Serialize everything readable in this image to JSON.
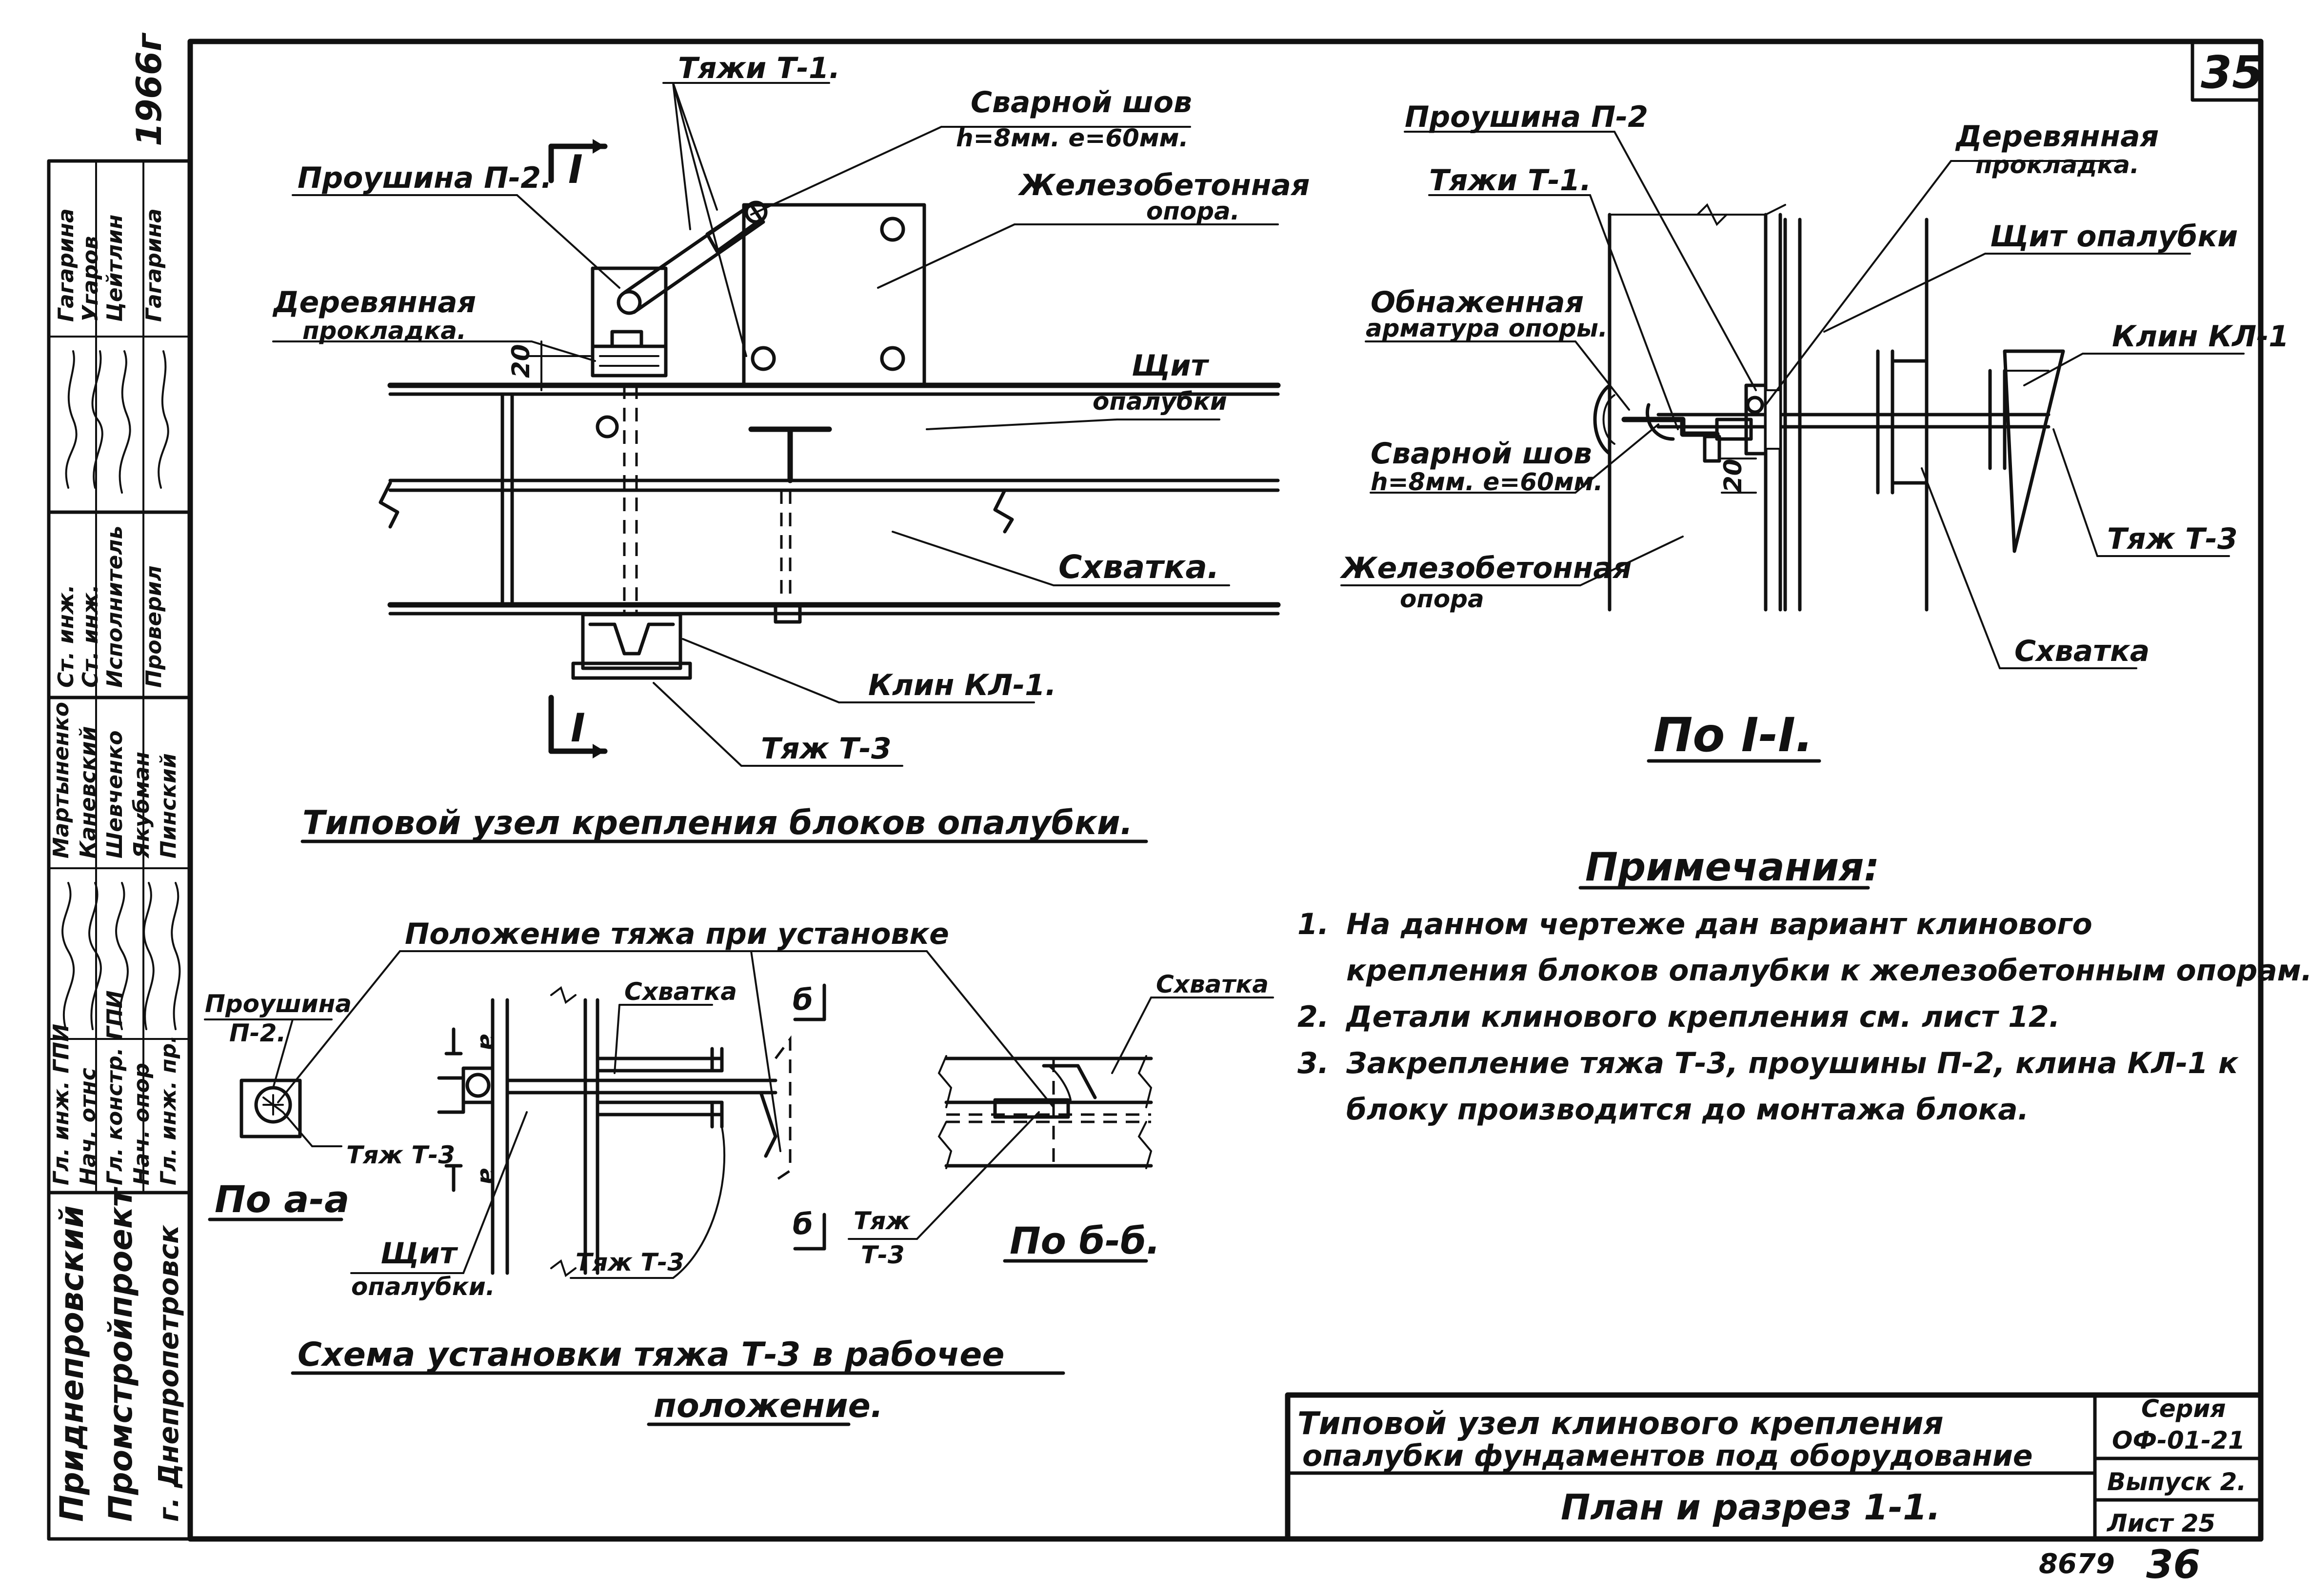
{
  "sheet_number": "35",
  "year_mark": "1966г",
  "side_stamp": {
    "rows": [
      {
        "role": "Ст. инж.",
        "name": "Гагарина"
      },
      {
        "role": "Ст. инж.",
        "name": "Угаров"
      },
      {
        "role": "Исполнитель",
        "name": "Цейтлин"
      },
      {
        "role": "Проверил",
        "name": "Гагарина"
      },
      {
        "role": "Гл. инж. ГПИ",
        "name": "Мартыненко"
      },
      {
        "role": "Нач. отнс",
        "name": "Каневский"
      },
      {
        "role": "Гл. констр. ГПИ",
        "name": "Шевченко"
      },
      {
        "role": "Нач. опор",
        "name": "Якубман"
      },
      {
        "role": "Гл. инж. пр.",
        "name": "Пинский"
      }
    ],
    "org": [
      "Приднепровский",
      "Промстройпроект",
      "г. Днепропетровск"
    ]
  },
  "plan_view": {
    "labels": {
      "tyazh_t1": "Тяжи Т-1.",
      "weld_line1": "Сварной шов",
      "weld_line2": "h=8мм. е=60мм.",
      "proushina": "Проушина П-2.",
      "rc_support_line1": "Железобетонная",
      "rc_support_line2": "опора.",
      "wood_pad_line1": "Деревянная",
      "wood_pad_line2": "прокладка.",
      "dim_20": "20",
      "shield_line1": "Щит",
      "shield_line2": "опалубки",
      "skhvatka": "Схватка.",
      "klin": "Клин КЛ-1.",
      "tyazh_t3": "Тяж Т-3",
      "section_mark_top": "I",
      "section_mark_bottom": "I"
    },
    "title": "Типовой узел крепления блоков опалубки."
  },
  "section_view": {
    "labels": {
      "proushina": "Проушина П-2",
      "tyazh_t1": "Тяжи Т-1.",
      "wood_pad_line1": "Деревянная",
      "wood_pad_line2": "прокладка.",
      "shield": "Щит опалубки",
      "exposed_line1": "Обнаженная",
      "exposed_line2": "арматура опоры.",
      "klin": "Клин КЛ-1",
      "weld_line1": "Сварной шов",
      "weld_line2": "h=8мм. е=60мм.",
      "dim_20": "20",
      "tyazh_t3": "Тяж Т-3",
      "rc_support_line1": "Железобетонная",
      "rc_support_line2": "опора",
      "skhvatka": "Схватка"
    },
    "title": "По I-I."
  },
  "notes": {
    "heading": "Примечания:",
    "items": [
      {
        "num": "1.",
        "lines": [
          "На данном чертеже дан вариант клинового",
          "крепления блоков опалубки к железобетонным опорам."
        ]
      },
      {
        "num": "2.",
        "lines": [
          "Детали клинового крепления см. лист 12."
        ]
      },
      {
        "num": "3.",
        "lines": [
          "Закрепление тяжа Т-3, проушины П-2, клина КЛ-1 к",
          "блоку производится до монтажа блока."
        ]
      }
    ]
  },
  "scheme": {
    "labels": {
      "position": "Положение тяжа при установке",
      "skhvatka_a": "Схватка",
      "skhvatka_b": "Схватка",
      "proushina_line1": "Проушина",
      "proushina_line2": "П-2.",
      "tyazh_small": "Тяж Т-3",
      "tyazh_mid": "Тяж Т-3",
      "tyazh_b_line1": "Тяж",
      "tyazh_b_line2": "Т-3",
      "shield_line1": "Щит",
      "shield_line2": "опалубки.",
      "mark_a": "а",
      "mark_b": "б"
    },
    "view_a": "По а-а",
    "view_b": "По б-б.",
    "title_line1": "Схема установки тяжа Т-3 в рабочее",
    "title_line2": "положение."
  },
  "title_block": {
    "title_line1": "Типовой узел клинового крепления",
    "title_line2": "опалубки фундаментов под оборудование",
    "subtitle": "План и разрез 1-1.",
    "series_label": "Серия",
    "series_value": "ОФ-01-21",
    "issue": "Выпуск 2.",
    "sheet": "Лист 25"
  },
  "footer": {
    "inventory": "8679",
    "page": "36"
  }
}
